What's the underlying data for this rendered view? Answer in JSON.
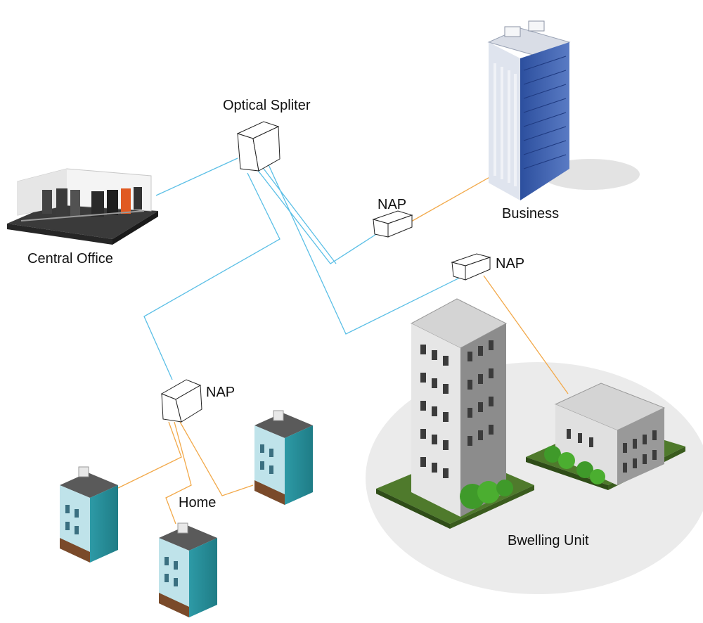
{
  "diagram": {
    "nodes": {
      "central_office": {
        "label": "Central Office",
        "icon": "data-center-icon"
      },
      "optical_splitter": {
        "label": "Optical Spliter",
        "icon": "splitter-box-icon"
      },
      "nap_business": {
        "label": "NAP",
        "icon": "nap-box-icon"
      },
      "business": {
        "label": "Business",
        "icon": "office-tower-icon"
      },
      "nap_dwelling": {
        "label": "NAP",
        "icon": "nap-box-icon"
      },
      "dwelling_unit": {
        "label": "Bwelling Unit",
        "icon": "apartment-buildings-icon"
      },
      "nap_home": {
        "label": "NAP",
        "icon": "nap-box-icon"
      },
      "home": {
        "label": "Home",
        "icon": "house-icon"
      }
    },
    "colors": {
      "fiber_trunk": "#5bbfe6",
      "fiber_drop": "#f2a94a",
      "ground_shadow": "#e8e8e8"
    }
  }
}
